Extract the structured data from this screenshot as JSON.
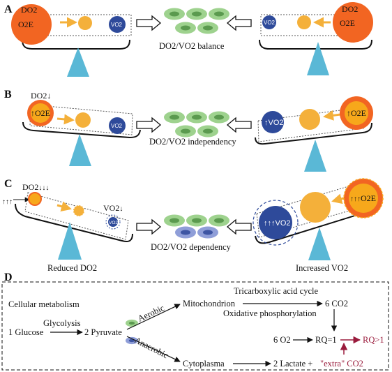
{
  "colors": {
    "orange_outer": "#f26522",
    "orange_inner": "#f7a81b",
    "yellow": "#f4b03a",
    "blue": "#2e4a9a",
    "green_cell": "#9ed28e",
    "green_core": "#5b9a4f",
    "cone": "#5ab8d6",
    "red_arrow": "#9a1b3c"
  },
  "panels": {
    "a": {
      "letter": "A",
      "caption": "DO2/VO2 balance",
      "do2": "DO2",
      "o2e": "O2E",
      "vo2": "VO2"
    },
    "b": {
      "letter": "B",
      "caption": "DO2/VO2 independency",
      "do2": "DO2",
      "o2e": "O2E",
      "vo2": "VO2"
    },
    "c": {
      "letter": "C",
      "caption": "DO2/VO2 dependency",
      "do2": "DO2",
      "vo2": "VO2",
      "o2e": "O2E",
      "left_caption": "Reduced DO2",
      "right_caption": "Increased VO2"
    }
  },
  "panel_d": {
    "letter": "D",
    "cellular": "Cellular metabolism",
    "glycolysis": "Glycolysis",
    "glucose": "1 Glucose",
    "pyruvate": "2 Pyruvate",
    "aerobic": "Aerobic",
    "anaerobic": "Anaerobic",
    "mito": "Mitochondrion",
    "co2": "6 CO2",
    "tca": "Tricarboxylic acid cycle",
    "oxphos": "Oxidative phosphorylation",
    "o2": "6 O2",
    "rq1": "RQ=1",
    "rq_gt": "RQ>1",
    "cyto": "Cytoplasma",
    "lactate": "2 Lactate +",
    "extra": "\"extra\" CO2"
  }
}
